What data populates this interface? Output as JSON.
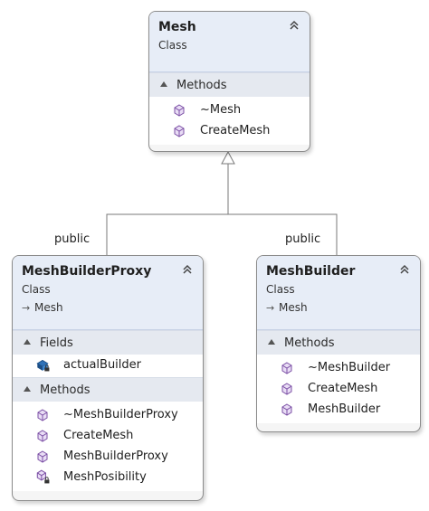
{
  "diagram": {
    "connector_labels": {
      "left": "public",
      "right": "public"
    },
    "classes": [
      {
        "name": "Mesh",
        "kind": "Class",
        "sections": [
          {
            "label": "Methods",
            "members": [
              {
                "label": "~Mesh",
                "icon": "method-icon"
              },
              {
                "label": "CreateMesh",
                "icon": "method-icon"
              }
            ]
          }
        ]
      },
      {
        "name": "MeshBuilderProxy",
        "kind": "Class",
        "base": "Mesh",
        "sections": [
          {
            "label": "Fields",
            "members": [
              {
                "label": "actualBuilder",
                "icon": "private-field-icon"
              }
            ]
          },
          {
            "label": "Methods",
            "members": [
              {
                "label": "~MeshBuilderProxy",
                "icon": "method-icon"
              },
              {
                "label": "CreateMesh",
                "icon": "method-icon"
              },
              {
                "label": "MeshBuilderProxy",
                "icon": "method-icon"
              },
              {
                "label": "MeshPosibility",
                "icon": "private-method-icon"
              }
            ]
          }
        ]
      },
      {
        "name": "MeshBuilder",
        "kind": "Class",
        "base": "Mesh",
        "sections": [
          {
            "label": "Methods",
            "members": [
              {
                "label": "~MeshBuilder",
                "icon": "method-icon"
              },
              {
                "label": "CreateMesh",
                "icon": "method-icon"
              },
              {
                "label": "MeshBuilder",
                "icon": "method-icon"
              }
            ]
          }
        ]
      }
    ]
  }
}
